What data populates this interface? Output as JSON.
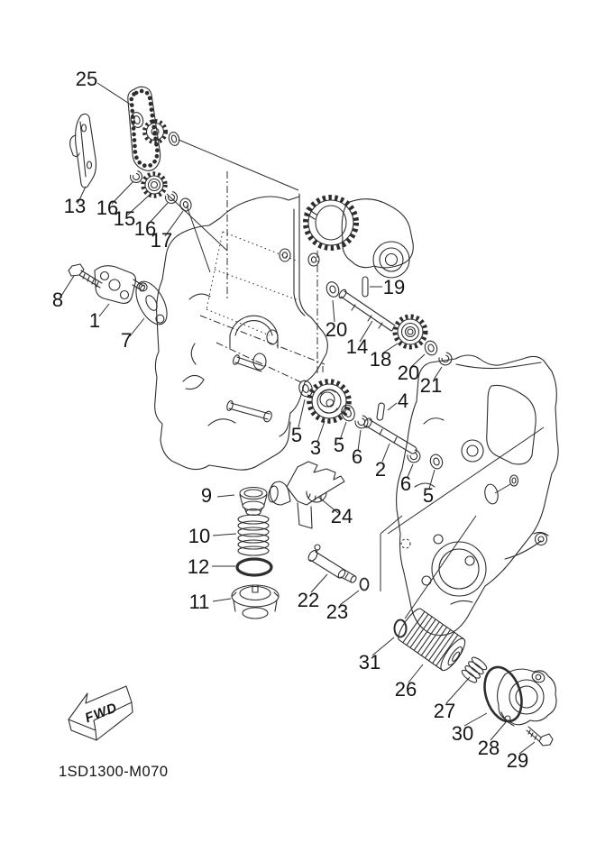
{
  "diagram": {
    "code": "1SD1300-M070",
    "fwd_label": "FWD"
  },
  "callouts": [
    {
      "label": "25"
    },
    {
      "label": "13"
    },
    {
      "label": "16"
    },
    {
      "label": "15"
    },
    {
      "label": "16"
    },
    {
      "label": "17"
    },
    {
      "label": "8"
    },
    {
      "label": "1"
    },
    {
      "label": "7"
    },
    {
      "label": "19"
    },
    {
      "label": "20"
    },
    {
      "label": "14"
    },
    {
      "label": "18"
    },
    {
      "label": "20"
    },
    {
      "label": "21"
    },
    {
      "label": "5"
    },
    {
      "label": "3"
    },
    {
      "label": "5"
    },
    {
      "label": "6"
    },
    {
      "label": "4"
    },
    {
      "label": "2"
    },
    {
      "label": "6"
    },
    {
      "label": "5"
    },
    {
      "label": "24"
    },
    {
      "label": "9"
    },
    {
      "label": "10"
    },
    {
      "label": "12"
    },
    {
      "label": "11"
    },
    {
      "label": "22"
    },
    {
      "label": "23"
    },
    {
      "label": "31"
    },
    {
      "label": "26"
    },
    {
      "label": "27"
    },
    {
      "label": "30"
    },
    {
      "label": "28"
    },
    {
      "label": "29"
    }
  ]
}
